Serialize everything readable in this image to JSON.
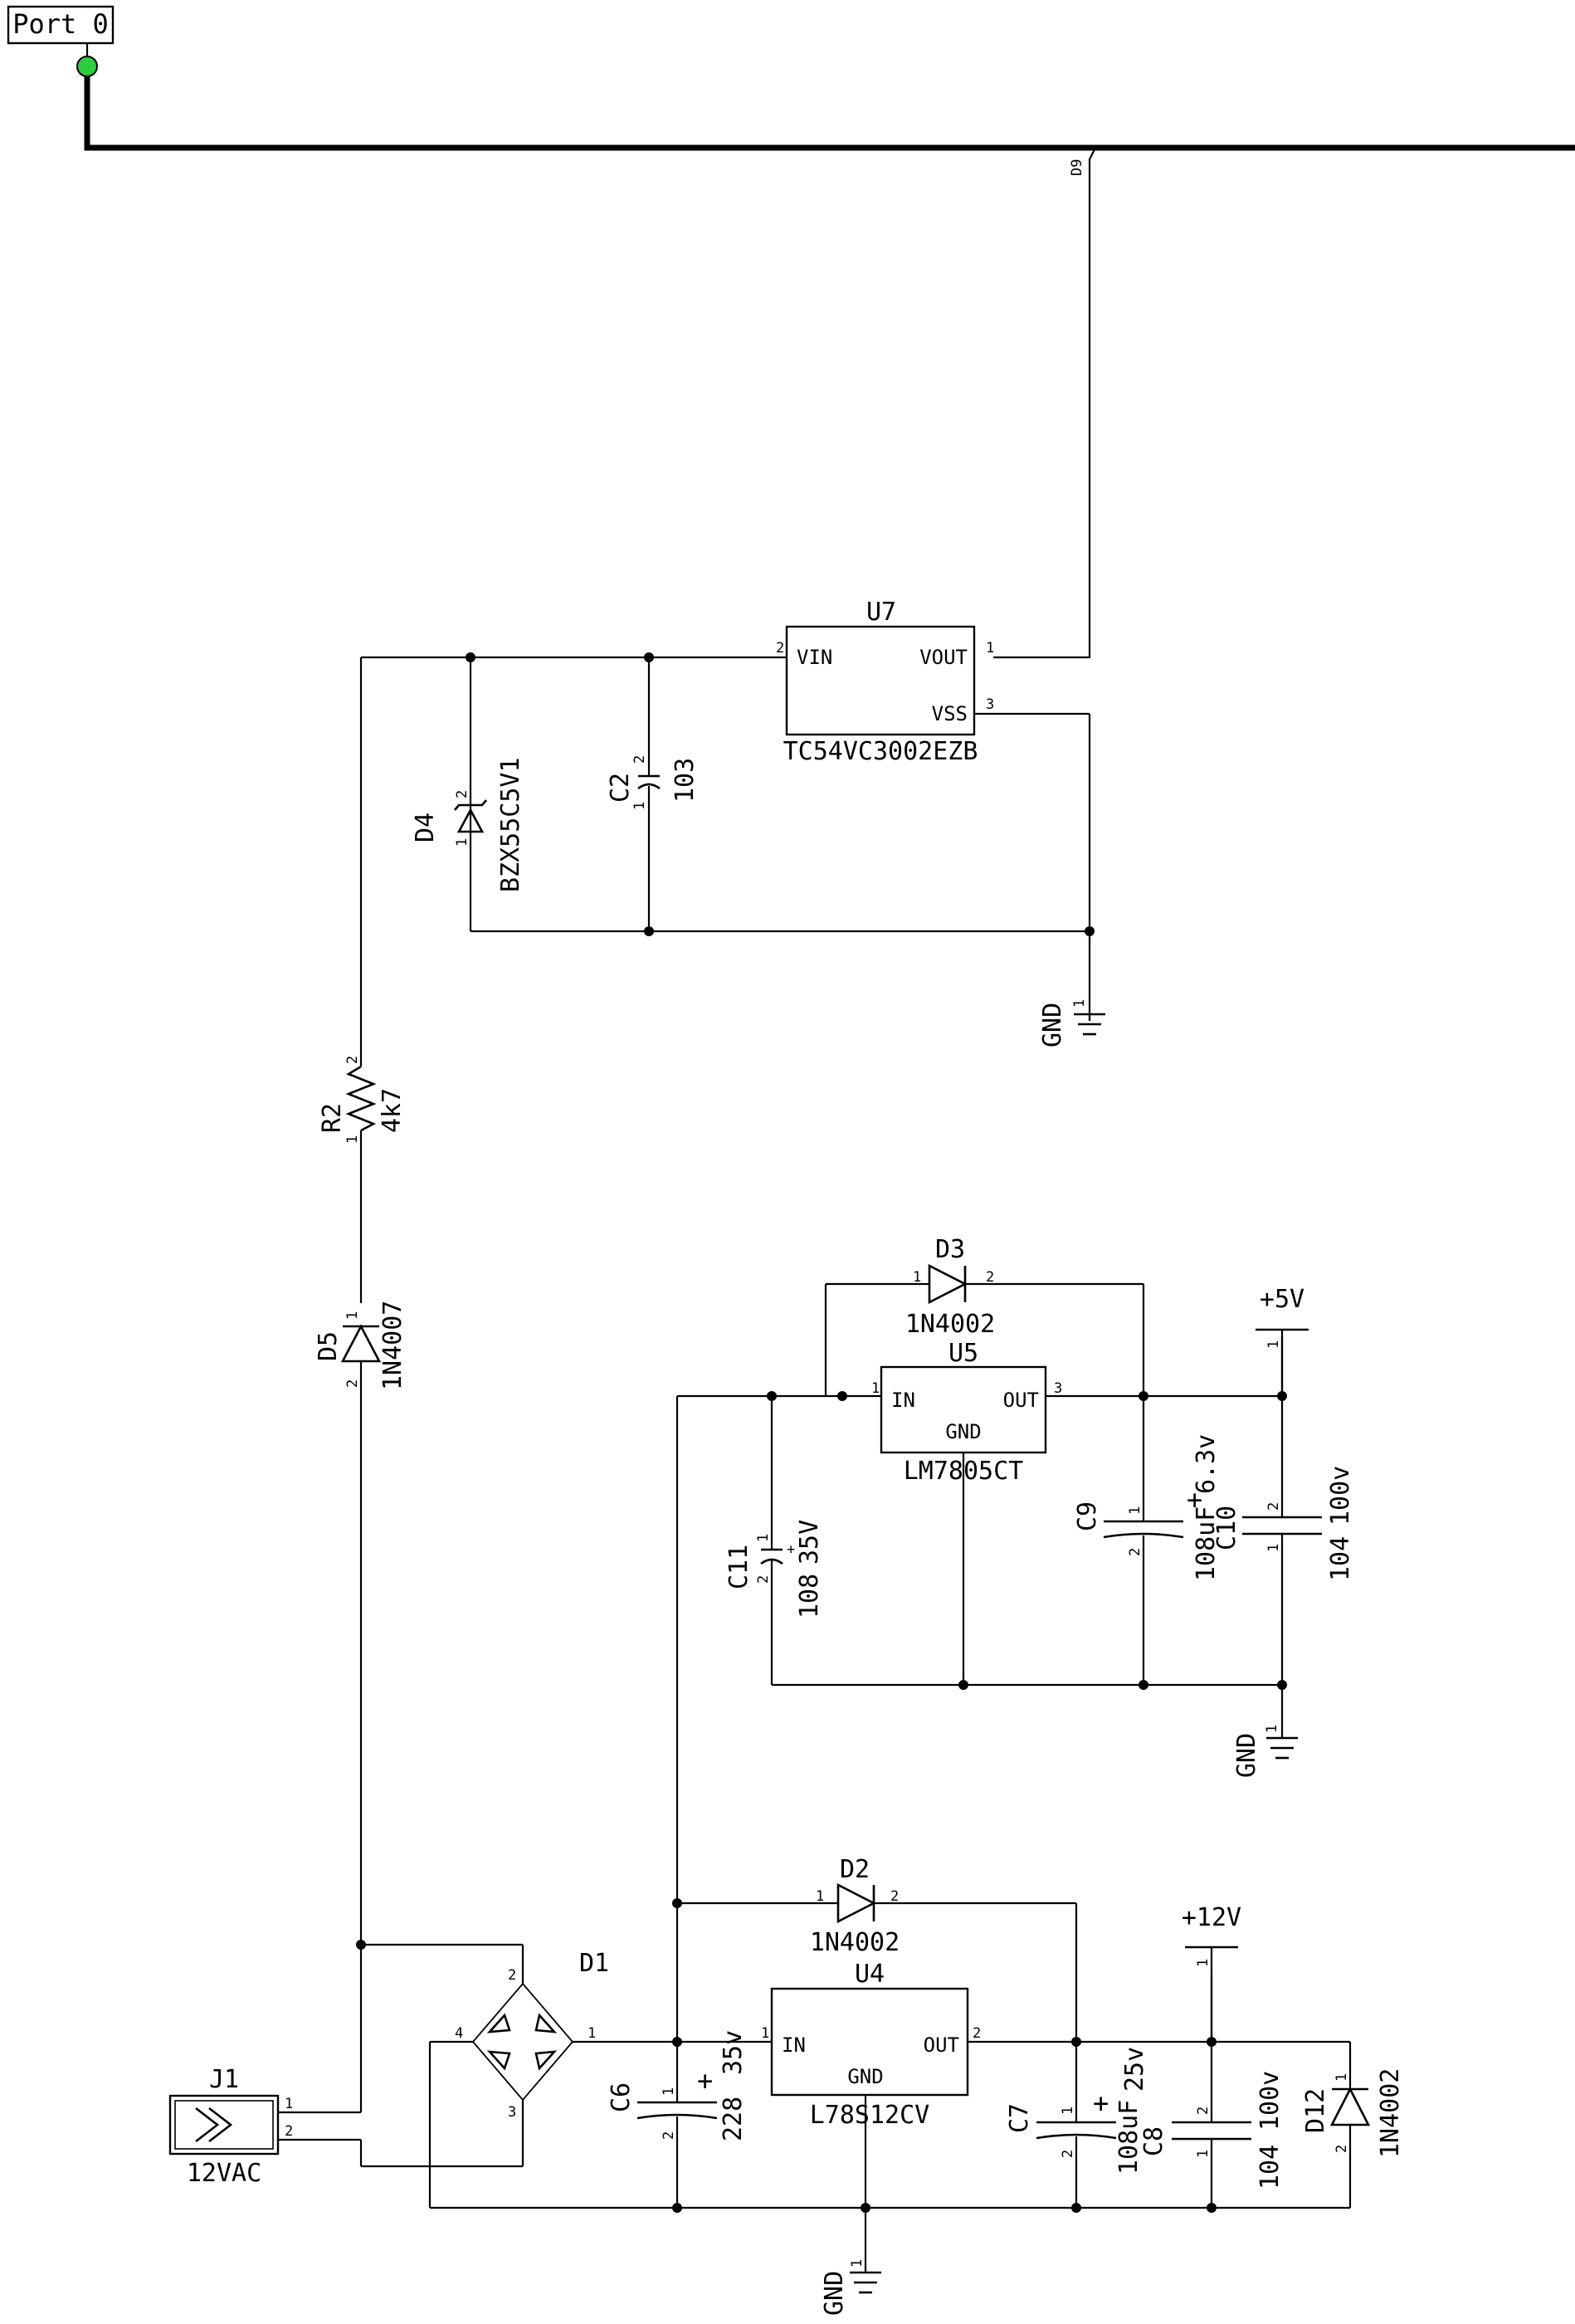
{
  "port": {
    "label": "Port 0",
    "status_color": "#2ecc40"
  },
  "bus": {
    "tap_label": "D9"
  },
  "components": {
    "U7": {
      "ref": "U7",
      "part": "TC54VC3002EZB",
      "pin_vin": "VIN",
      "pin_vout": "VOUT",
      "pin_vss": "VSS",
      "pin1": "1",
      "pin2": "2",
      "pin3": "3"
    },
    "C2": {
      "ref": "C2",
      "value": "103",
      "pin1": "1",
      "pin2": "2"
    },
    "D4": {
      "ref": "D4",
      "part": "BZX55C5V1",
      "pin1": "1",
      "pin2": "2"
    },
    "R2": {
      "ref": "R2",
      "value": "4k7",
      "pin1": "1",
      "pin2": "2"
    },
    "D5": {
      "ref": "D5",
      "part": "1N4007",
      "pin1": "1",
      "pin2": "2"
    },
    "D3": {
      "ref": "D3",
      "part": "1N4002",
      "pin1": "1",
      "pin2": "2"
    },
    "U5": {
      "ref": "U5",
      "part": "LM7805CT",
      "pin_in": "IN",
      "pin_out": "OUT",
      "pin_gnd": "GND",
      "pin1": "1",
      "pin3": "3"
    },
    "C11": {
      "ref": "C11",
      "value": "108",
      "voltage": "35V",
      "pin1": "1",
      "pin2": "2"
    },
    "C9": {
      "ref": "C9",
      "value": "108uF",
      "voltage": "6.3v",
      "pin1": "1",
      "pin2": "2"
    },
    "C10": {
      "ref": "C10",
      "value": "104",
      "voltage": "100v",
      "pin1": "1",
      "pin2": "2"
    },
    "D2": {
      "ref": "D2",
      "part": "1N4002",
      "pin1": "1",
      "pin2": "2"
    },
    "D1": {
      "ref": "D1",
      "pin1": "1",
      "pin2": "2",
      "pin3": "3",
      "pin4": "4"
    },
    "U4": {
      "ref": "U4",
      "part": "L78S12CV",
      "pin_in": "IN",
      "pin_out": "OUT",
      "pin_gnd": "GND",
      "pin1": "1",
      "pin2": "2"
    },
    "C6": {
      "ref": "C6",
      "value": "228",
      "voltage": "35v",
      "pin1": "1",
      "pin2": "2"
    },
    "C7": {
      "ref": "C7",
      "value": "108uF",
      "voltage": "25v",
      "pin1": "1",
      "pin2": "2"
    },
    "C8": {
      "ref": "C8",
      "value": "104",
      "voltage": "100v",
      "pin1": "1",
      "pin2": "2"
    },
    "D12": {
      "ref": "D12",
      "part": "1N4002",
      "pin1": "1",
      "pin2": "2"
    },
    "J1": {
      "ref": "J1",
      "value": "12VAC",
      "pin1": "1",
      "pin2": "2"
    }
  },
  "power": {
    "plus5v": {
      "label": "+5V",
      "pin": "1"
    },
    "plus12v": {
      "label": "+12V",
      "pin": "1"
    },
    "gnd": {
      "label": "GND",
      "pin": "1"
    }
  }
}
